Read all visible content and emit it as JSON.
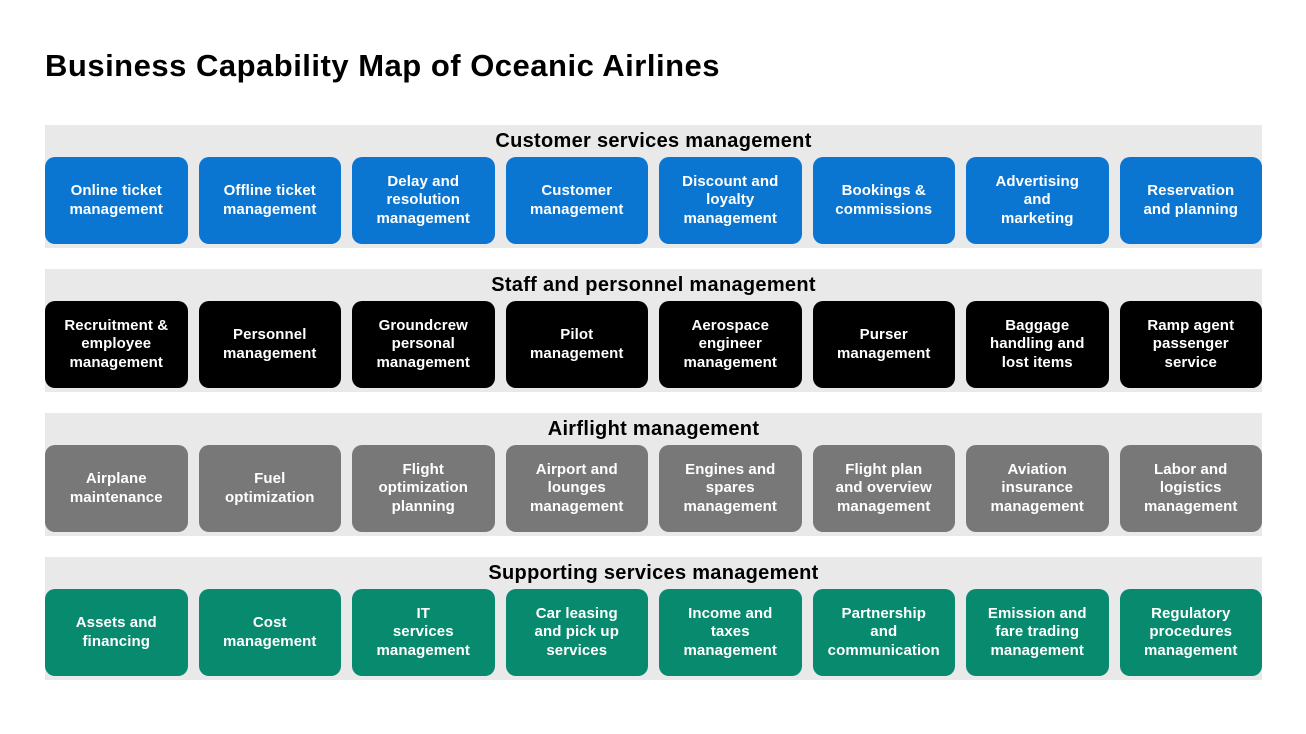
{
  "page": {
    "title": "Business Capability Map of Oceanic Airlines",
    "background_color": "#ffffff",
    "band_background_color": "#E9E9E9"
  },
  "groups": [
    {
      "header": "Customer services management",
      "color": "#0B76D1",
      "text_color": "#ffffff",
      "items": [
        "Online ticket\nmanagement",
        "Offline ticket\nmanagement",
        "Delay and\nresolution\nmanagement",
        "Customer\nmanagement",
        "Discount and\nloyalty\nmanagement",
        "Bookings &\ncommissions",
        "Advertising\nand\nmarketing",
        "Reservation\nand planning"
      ]
    },
    {
      "header": "Staff and personnel management",
      "color": "#000000",
      "text_color": "#ffffff",
      "items": [
        "Recruitment &\nemployee\nmanagement",
        "Personnel\nmanagement",
        "Groundcrew\npersonal\nmanagement",
        "Pilot\nmanagement",
        "Aerospace\nengineer\nmanagement",
        "Purser\nmanagement",
        "Baggage\nhandling and\nlost items",
        "Ramp agent\npassenger\nservice"
      ]
    },
    {
      "header": "Airflight management",
      "color": "#787878",
      "text_color": "#ffffff",
      "items": [
        "Airplane\nmaintenance",
        "Fuel\noptimization",
        "Flight\noptimization\nplanning",
        "Airport and\nlounges\nmanagement",
        "Engines and\nspares\nmanagement",
        "Flight plan\nand overview\nmanagement",
        "Aviation\ninsurance\nmanagement",
        "Labor and\nlogistics\nmanagement"
      ]
    },
    {
      "header": "Supporting services management",
      "color": "#088A6E",
      "text_color": "#ffffff",
      "items": [
        "Assets and\nfinancing",
        "Cost\nmanagement",
        "IT\nservices\nmanagement",
        "Car leasing\nand pick up\nservices",
        "Income and\ntaxes\nmanagement",
        "Partnership\nand\ncommunication",
        "Emission and\nfare trading\nmanagement",
        "Regulatory\nprocedures\nmanagement"
      ]
    }
  ]
}
